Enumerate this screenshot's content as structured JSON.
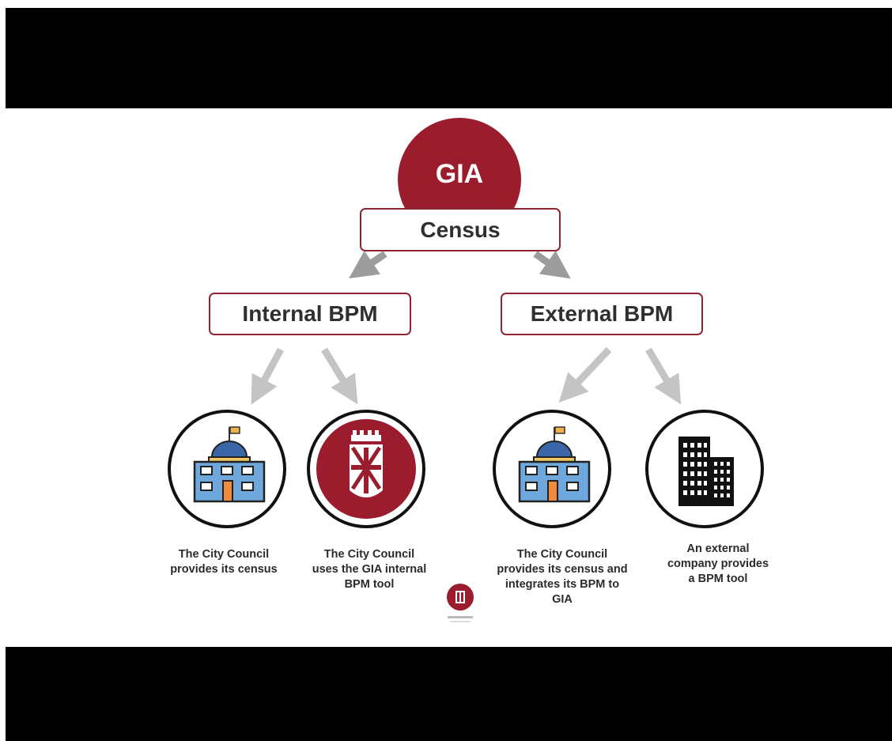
{
  "diagram": {
    "root": {
      "label": "GIA"
    },
    "census": {
      "label": "Census"
    },
    "branches": [
      {
        "label": "Internal BPM"
      },
      {
        "label": "External BPM"
      }
    ],
    "leaves": [
      {
        "icon": "city-hall-icon",
        "caption": "The City Council provides its census"
      },
      {
        "icon": "barcelona-coat-of-arms-icon",
        "caption": "The City Council uses the GIA internal BPM tool"
      },
      {
        "icon": "city-hall-icon",
        "caption": "The City Council provides its census and integrates its BPM to GIA"
      },
      {
        "icon": "office-buildings-icon",
        "caption": "An external company provides a BPM tool"
      }
    ]
  },
  "colors": {
    "accent": "#9b1c2c",
    "box_border": "#8e2434",
    "arrow": "#9c9c9c",
    "arrow_light": "#c4c4c4",
    "letterbox": "#000000"
  }
}
